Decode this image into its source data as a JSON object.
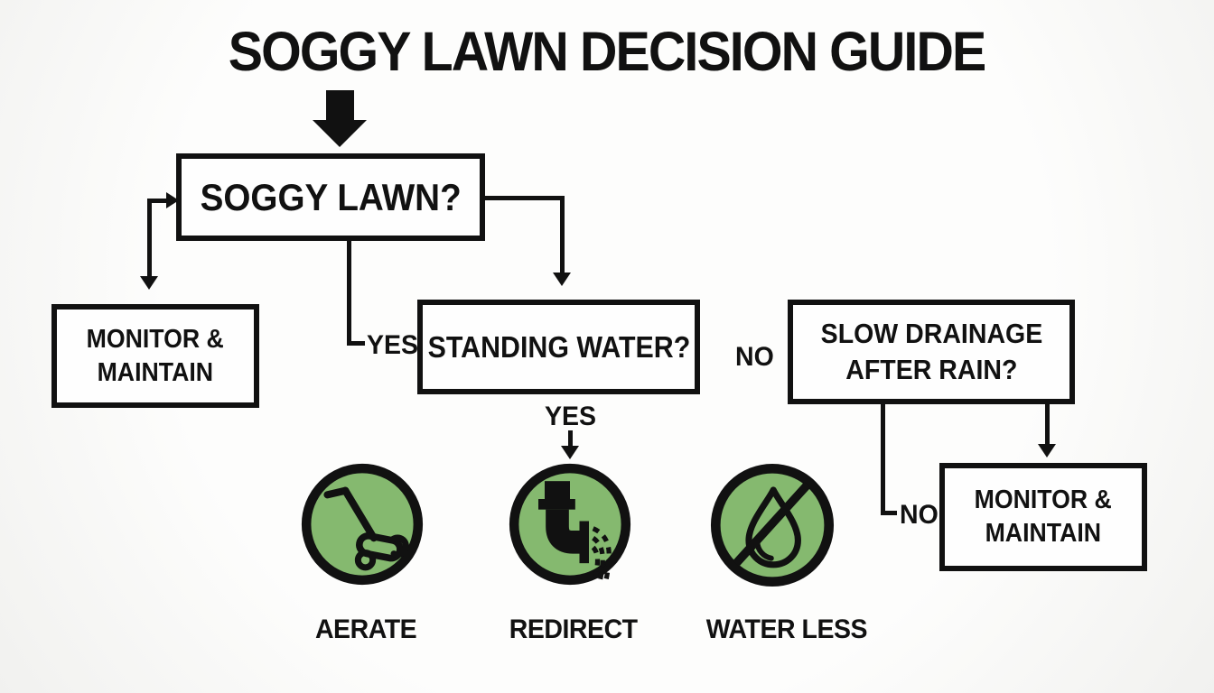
{
  "title": "SOGGY LAWN DECISION GUIDE",
  "nodes": {
    "soggy": {
      "label": "SOGGY LAWN?"
    },
    "monitor_left": {
      "line1": "MONITOR &",
      "line2": "MAINTAIN"
    },
    "standing": {
      "label": "STANDING WATER?"
    },
    "slow_drainage": {
      "line1": "SLOW DRAINAGE",
      "line2": "AFTER RAIN?"
    },
    "monitor_right": {
      "line1": "MONITOR &",
      "line2": "MAINTAIN"
    }
  },
  "edges": {
    "soggy_yes": "YES",
    "standing_no": "NO",
    "standing_yes": "YES",
    "slow_no": "NO"
  },
  "actions": [
    {
      "label": "AERATE",
      "icon": "lawn-mower-icon"
    },
    {
      "label": "REDIRECT",
      "icon": "drain-pipe-icon"
    },
    {
      "label": "WATER LESS",
      "icon": "no-water-icon"
    }
  ],
  "colors": {
    "icon_green": "#85b96f",
    "line_black": "#111111",
    "background": "#f8f8f6"
  }
}
